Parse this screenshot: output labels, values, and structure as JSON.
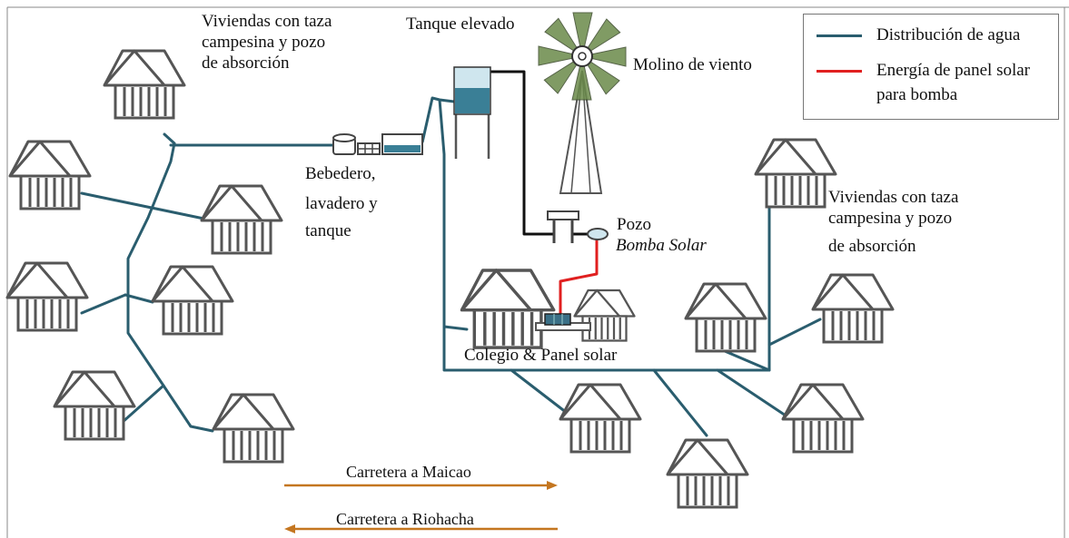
{
  "colors": {
    "water": "#2a5d6e",
    "solar": "#e02020",
    "pipe_black": "#111111",
    "road": "#c47620",
    "house": "#555555",
    "tank": "#3a7f96"
  },
  "labels": {
    "viviendas_top": [
      "Viviendas con taza",
      "campesina y pozo",
      "de absorción"
    ],
    "tanque_elevado": "Tanque elevado",
    "molino": "Molino de viento",
    "bebedero": [
      "Bebedero,",
      "lavadero y",
      "tanque"
    ],
    "pozo": "Pozo",
    "bomba_solar": "Bomba Solar",
    "viviendas_right": [
      "Viviendas con taza",
      "campesina y pozo",
      "de absorción"
    ],
    "colegio": "Colegio & Panel solar",
    "road_maicao": "Carretera a Maicao",
    "road_riohacha": "Carretera a Riohacha"
  },
  "legend": {
    "items": [
      {
        "label": [
          "Distribución de agua"
        ],
        "color_key": "water"
      },
      {
        "label": [
          "Energía de panel solar",
          "para bomba"
        ],
        "color_key": "solar"
      }
    ]
  },
  "icons": [
    "house-icon",
    "windmill-icon",
    "elevated-tank-icon",
    "well-pump-icon",
    "solar-panel-icon",
    "trough-icon",
    "road-arrow-icon"
  ]
}
